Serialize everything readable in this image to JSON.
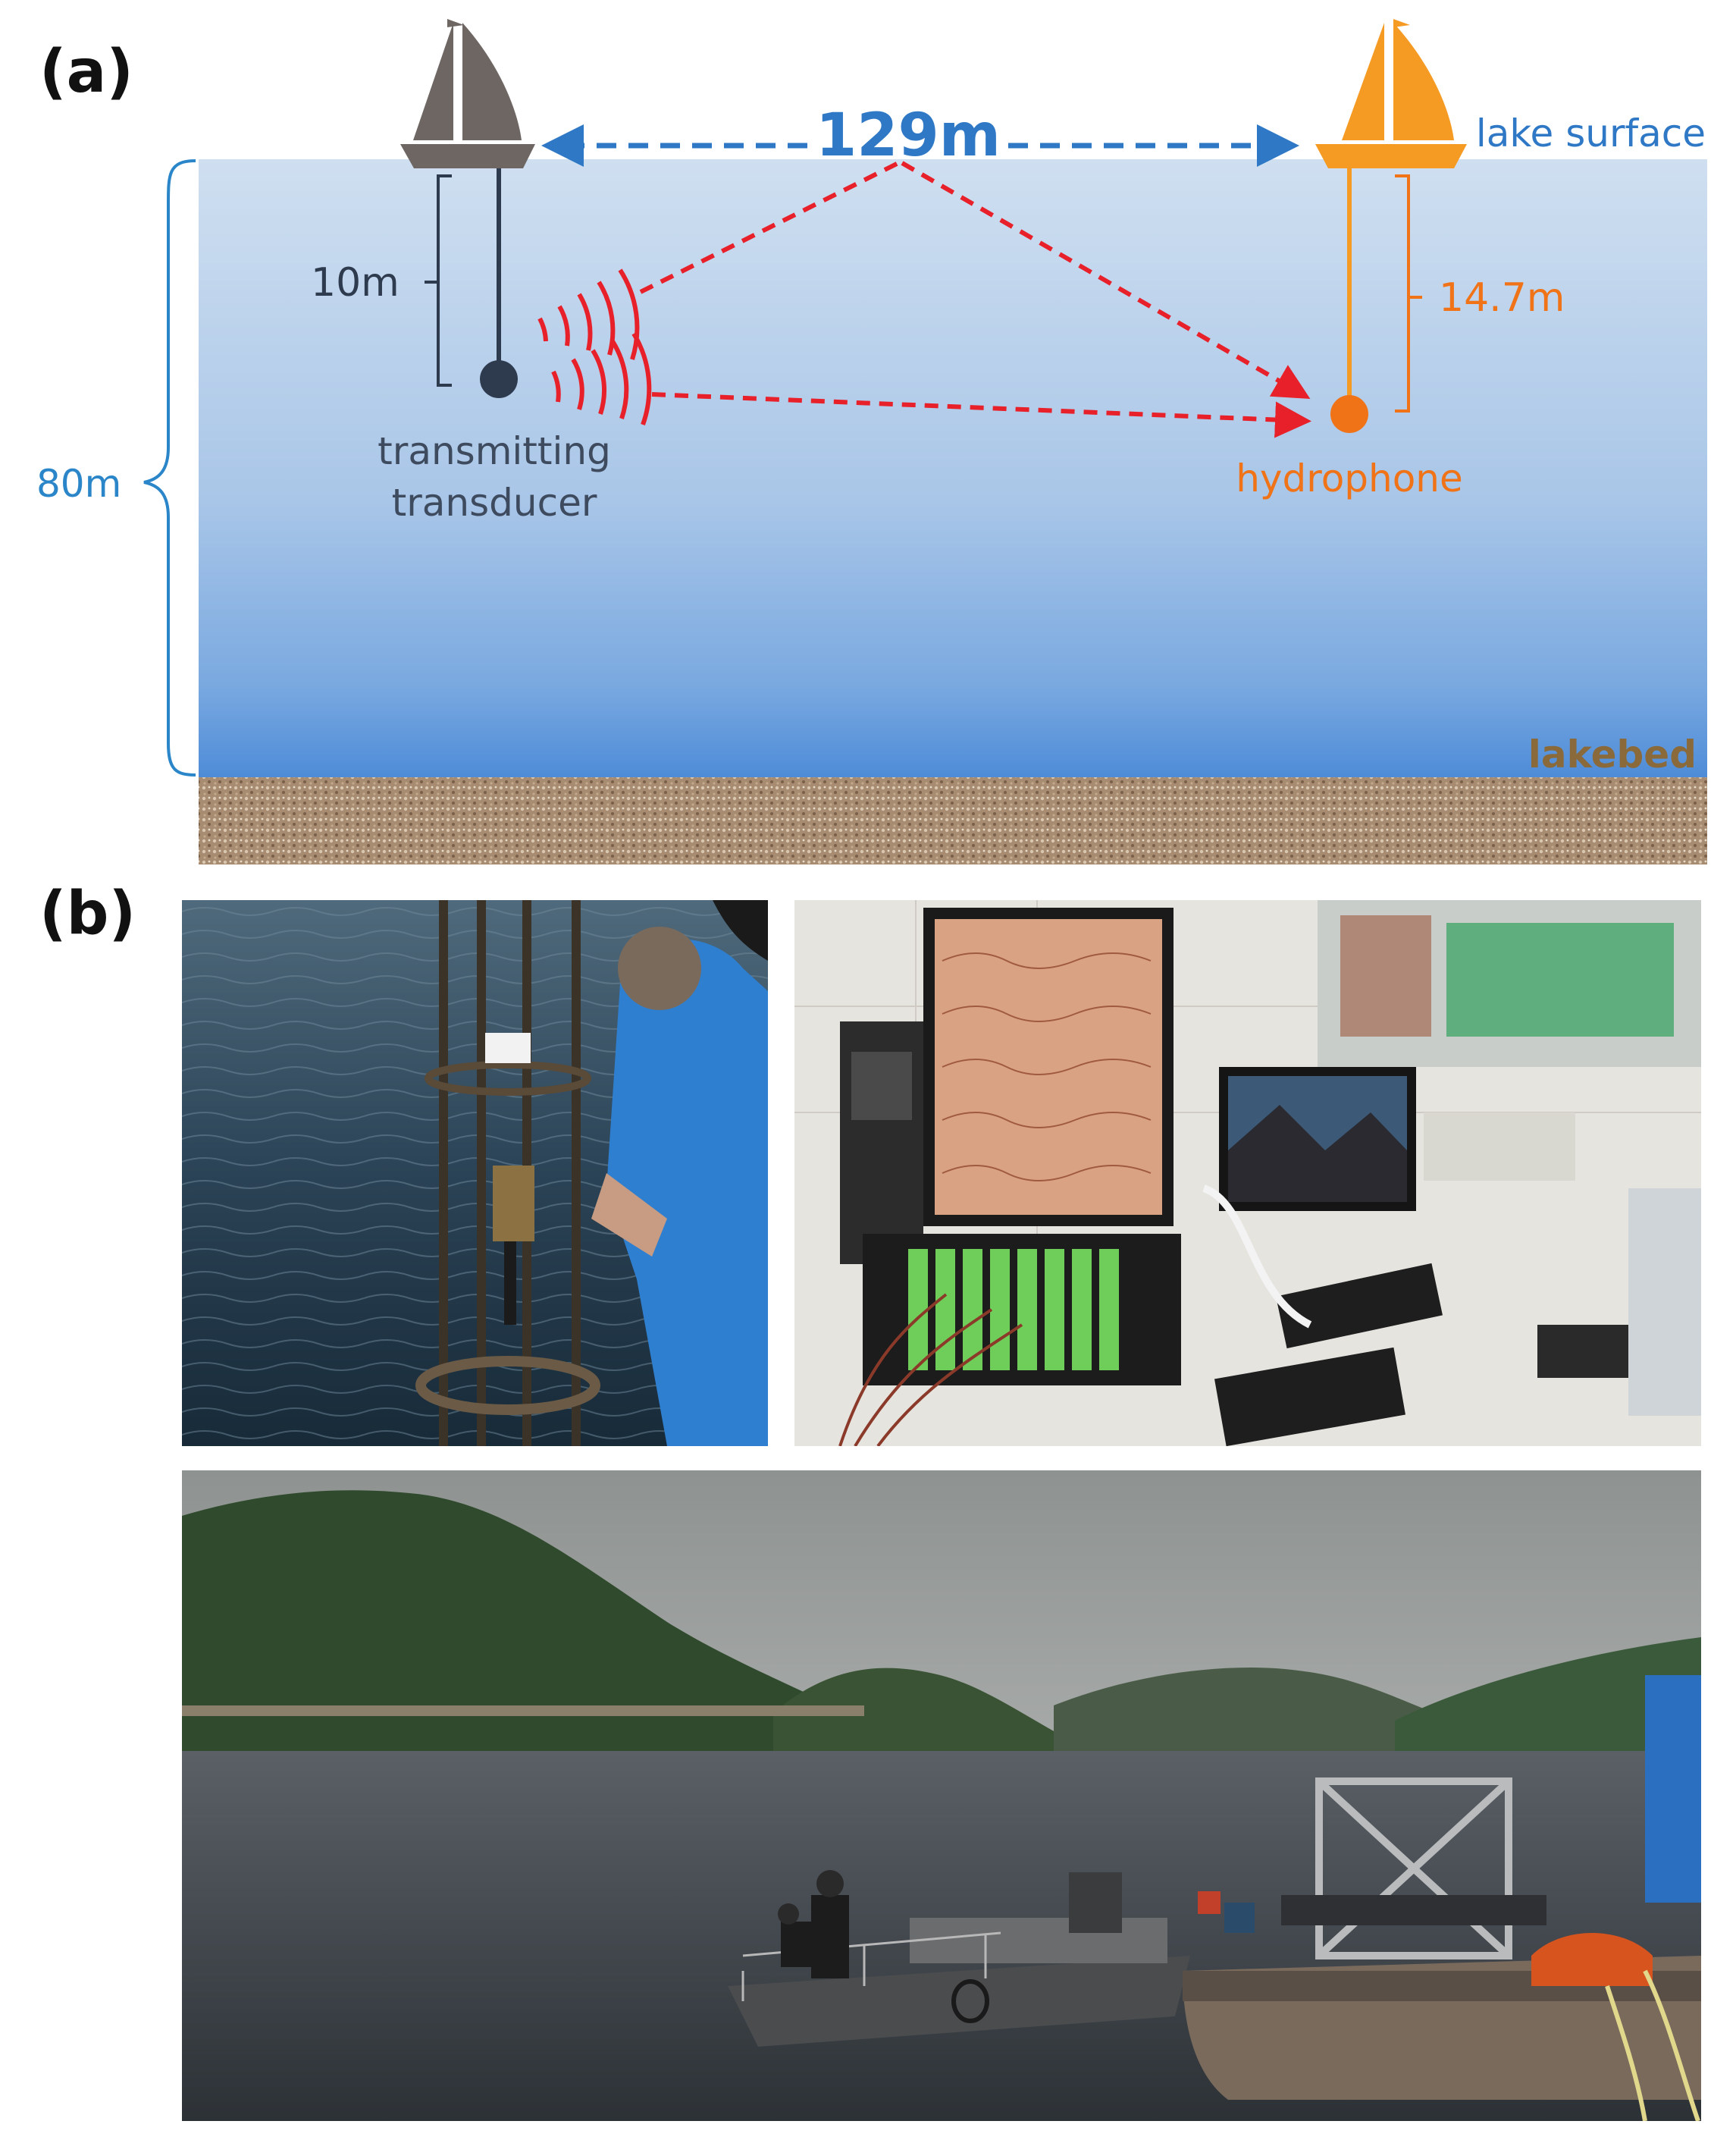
{
  "panels": {
    "a_label": "(a)",
    "b_label": "(b)"
  },
  "diagram": {
    "distance_label": "129m",
    "surface_label": "lake surface",
    "lakebed_label": "lakebed",
    "depth_label": "80m",
    "transducer_depth": "10m",
    "hydrophone_depth": "14.7m",
    "transducer_label_line1": "transmitting",
    "transducer_label_line2": "transducer",
    "hydrophone_label": "hydrophone",
    "colors": {
      "water_top": "#cfdff0",
      "water_bottom": "#4e8cd8",
      "transmit_boat": "#6e6663",
      "receive_boat": "#f59a22",
      "distance": "#2f78c6",
      "signal": "#e8202a",
      "hydrophone": "#f07318",
      "transducer": "#2e3a4e",
      "depth_brace": "#2a86c8",
      "lakebed_text": "#8a6a3a"
    }
  },
  "photos": {
    "deployment": "photo of hydrophone frame being lowered into the lake",
    "acquisition": "photo of data acquisition computer and recording system",
    "site": "photo of experiment boats at the lake site"
  }
}
